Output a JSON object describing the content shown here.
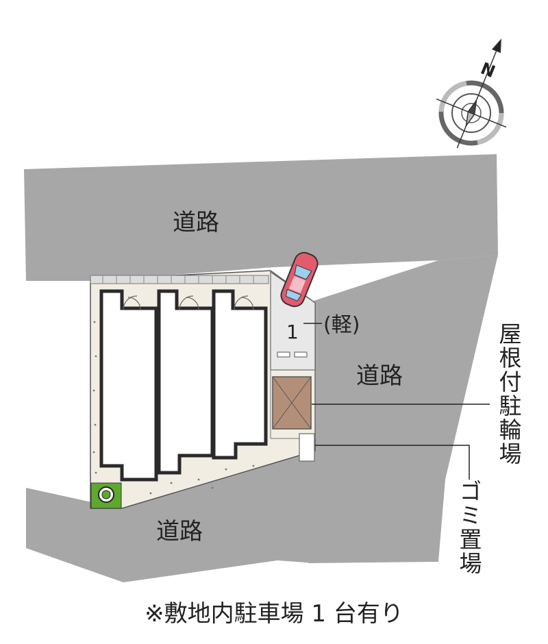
{
  "roads": {
    "north_label": "道路",
    "east_label": "道路",
    "south_label": "道路"
  },
  "parking": {
    "space_number": "1",
    "space_type": "(軽)"
  },
  "facilities": {
    "bicycle_parking": "屋根付駐輪場",
    "garbage_area": "ゴミ置場"
  },
  "compass": {
    "north_letter": "N"
  },
  "footer_note": "※敷地内駐車場 1 台有り",
  "colors": {
    "road": "#a7a7a7",
    "site_ground": "#f2ede2",
    "parking_area": "#e8e8e8",
    "bicycle_roof": "#b48f78",
    "tree_green": "#5ea82e",
    "car_body": "#e25c6e",
    "building_outline": "#2a2a2a"
  }
}
